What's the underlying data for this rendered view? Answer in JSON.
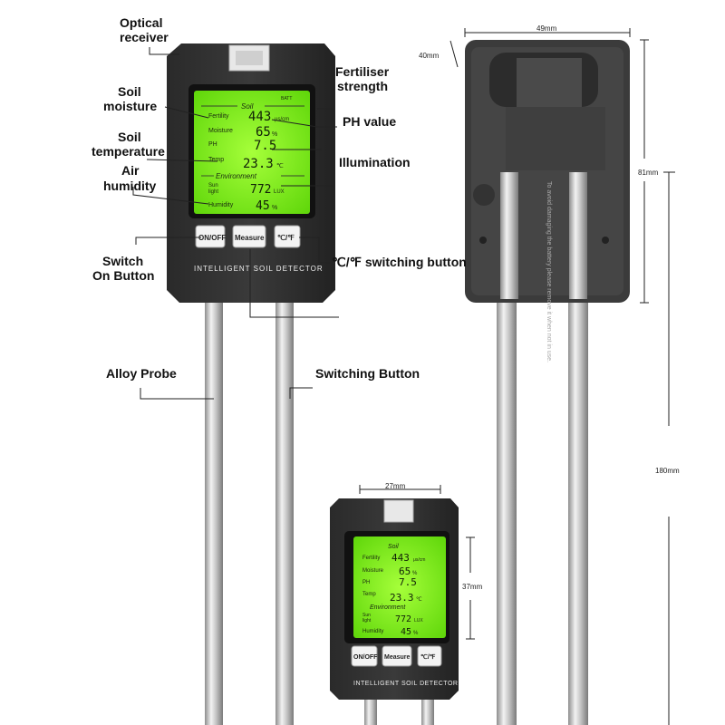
{
  "labels": {
    "optical_receiver": [
      "Optical",
      "receiver"
    ],
    "soil_moisture": [
      "Soil",
      "moisture"
    ],
    "soil_temperature": [
      "Soil",
      "temperature"
    ],
    "air_humidity": [
      "Air",
      "humidity"
    ],
    "switch_on_button": [
      "Switch",
      "On Button"
    ],
    "fertiliser_strength": [
      "Fertiliser",
      "strength"
    ],
    "ph_value": "PH value",
    "illumination": "Illumination",
    "temp_switching": "℃/℉ switching button",
    "alloy_probe": "Alloy Probe",
    "switching_button": "Switching Button"
  },
  "lcd": {
    "battery": "BATT",
    "soil_header": "Soil",
    "environment_header": "Environment",
    "fertility_label": "Fertility",
    "fertility_value": "443",
    "fertility_unit": "μs/cm",
    "moisture_label": "Moisture",
    "moisture_value": "65",
    "moisture_unit": "%",
    "ph_label": "PH",
    "ph_value": "7.5",
    "temp_label": "Temp",
    "temp_value": "23.3",
    "temp_unit": "℃",
    "sunlight_label1": "Sun",
    "sunlight_label2": "light",
    "sunlight_value": "772",
    "sunlight_unit": "LUX",
    "humidity_label": "Humidity",
    "humidity_value": "45",
    "humidity_unit": "%"
  },
  "buttons": {
    "onoff": "ON/OFF",
    "measure": "Measure",
    "temp": "℃/℉"
  },
  "panel_text": "INTELLIGENT SOIL DETECTOR",
  "dimensions": {
    "width": "49mm",
    "depth": "40mm",
    "body_height": "81mm",
    "total_height": "180mm",
    "screen_width": "27mm",
    "screen_height": "37mm"
  },
  "back_sticker": "To avoid damaging the battery please remove it when not in use."
}
